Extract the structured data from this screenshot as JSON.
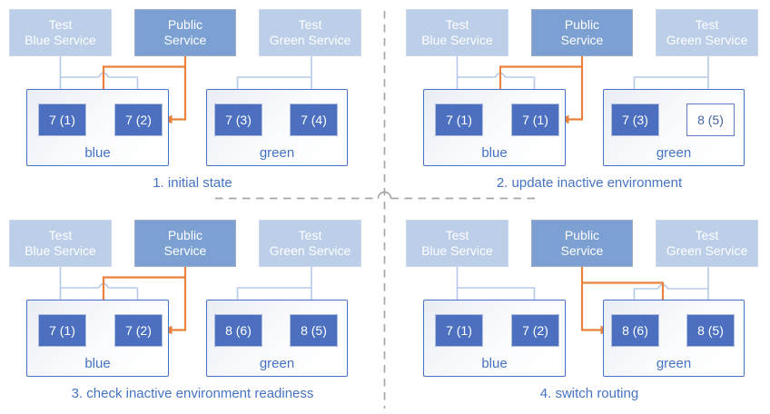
{
  "palette": {
    "accent_orange": "#E8823C",
    "light_service_fill": "#BCCEE8",
    "public_service_fill": "#7CA0D2",
    "version_box_fill": "#4C70BF",
    "environment_border": "#4472C4",
    "connector_light_blue": "#B6C9E8",
    "divider_gray": "#A6A6A6",
    "caption_blue": "#4573C4"
  },
  "quadrants": [
    {
      "caption": "1. initial state",
      "services": [
        {
          "line1": "Test",
          "line2": "Blue Service"
        },
        {
          "line1": "Public",
          "line2": "Service"
        },
        {
          "line1": "Test",
          "line2": "Green Service"
        }
      ],
      "blue_env": {
        "label": "blue",
        "versions": [
          {
            "text": "7 (1)",
            "filled": true
          },
          {
            "text": "7 (2)",
            "filled": true
          }
        ]
      },
      "green_env": {
        "label": "green",
        "versions": [
          {
            "text": "7 (3)",
            "filled": true
          },
          {
            "text": "7 (4)",
            "filled": true
          }
        ]
      }
    },
    {
      "caption": "2. update inactive environment",
      "services": [
        {
          "line1": "Test",
          "line2": "Blue Service"
        },
        {
          "line1": "Public",
          "line2": "Service"
        },
        {
          "line1": "Test",
          "line2": "Green Service"
        }
      ],
      "blue_env": {
        "label": "blue",
        "versions": [
          {
            "text": "7 (1)",
            "filled": true
          },
          {
            "text": "7 (1)",
            "filled": true
          }
        ]
      },
      "green_env": {
        "label": "green",
        "versions": [
          {
            "text": "7 (3)",
            "filled": true
          },
          {
            "text": "8 (5)",
            "filled": false
          }
        ]
      }
    },
    {
      "caption": "3. check inactive environment readiness",
      "services": [
        {
          "line1": "Test",
          "line2": "Blue Service"
        },
        {
          "line1": "Public",
          "line2": "Service"
        },
        {
          "line1": "Test",
          "line2": "Green Service"
        }
      ],
      "blue_env": {
        "label": "blue",
        "versions": [
          {
            "text": "7 (1)",
            "filled": true
          },
          {
            "text": "7 (2)",
            "filled": true
          }
        ]
      },
      "green_env": {
        "label": "green",
        "versions": [
          {
            "text": "8 (6)",
            "filled": true
          },
          {
            "text": "8 (5)",
            "filled": true
          }
        ]
      }
    },
    {
      "caption": "4. switch routing",
      "services": [
        {
          "line1": "Test",
          "line2": "Blue Service"
        },
        {
          "line1": "Public",
          "line2": "Service"
        },
        {
          "line1": "Test",
          "line2": "Green Service"
        }
      ],
      "blue_env": {
        "label": "blue",
        "versions": [
          {
            "text": "7 (1)",
            "filled": true
          },
          {
            "text": "7 (2)",
            "filled": true
          }
        ]
      },
      "green_env": {
        "label": "green",
        "versions": [
          {
            "text": "8 (6)",
            "filled": true
          },
          {
            "text": "8 (5)",
            "filled": true
          }
        ]
      }
    }
  ]
}
